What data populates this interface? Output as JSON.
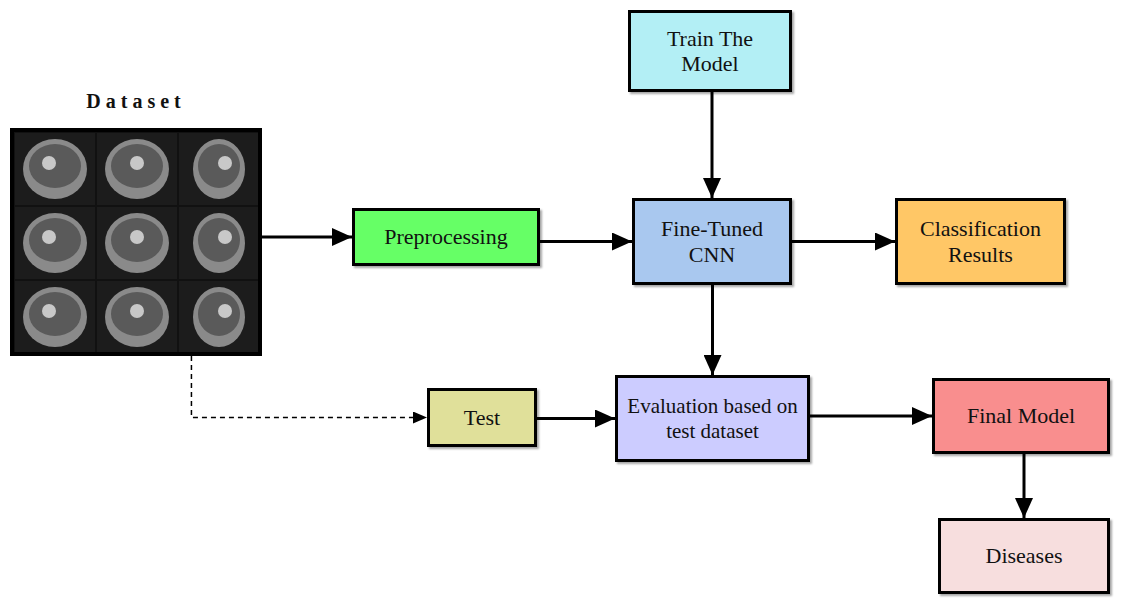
{
  "diagram": {
    "nodes": [
      {
        "text": [
          "Train The Model"
        ]
      },
      {
        "text": [
          "Dataset"
        ]
      },
      {
        "text": [
          "Preprocessing"
        ]
      },
      {
        "text": [
          "Fine-Tuned CNN"
        ]
      },
      {
        "text": [
          "Classification Results"
        ]
      },
      {
        "text": [
          "Test"
        ]
      },
      {
        "text": [
          "Evaluation based on test dataset"
        ]
      },
      {
        "text": [
          "Final Model"
        ]
      },
      {
        "text": [
          "Diseases"
        ]
      }
    ],
    "edges": [
      {
        "from": 1,
        "to": 2,
        "arrow": "to"
      },
      {
        "from": 2,
        "to": 3,
        "arrow": "to"
      },
      {
        "from": 0,
        "to": 3,
        "arrow": "to"
      },
      {
        "from": 3,
        "to": 4,
        "arrow": "to"
      },
      {
        "from": 3,
        "to": 6,
        "arrow": "to"
      },
      {
        "from": 1,
        "to": 5,
        "arrow": "to"
      },
      {
        "from": 5,
        "to": 6,
        "arrow": "to"
      },
      {
        "from": 6,
        "to": 7,
        "arrow": "to"
      },
      {
        "from": 7,
        "to": 8,
        "arrow": "to"
      }
    ]
  }
}
